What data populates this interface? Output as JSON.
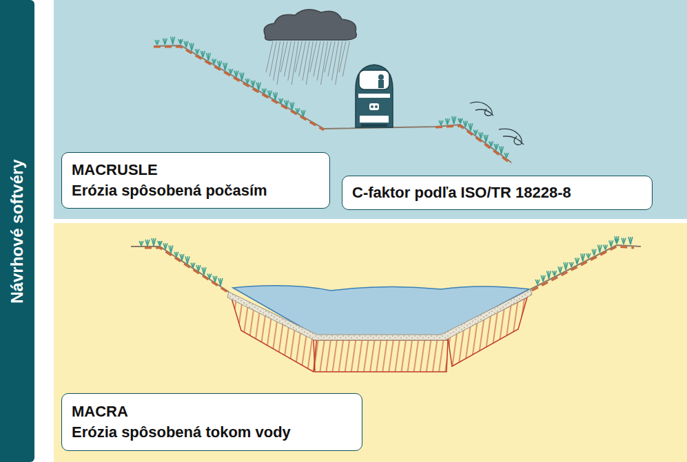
{
  "diagram": {
    "nodes": [
      {
        "text": [
          "Návrhové softvéry"
        ]
      },
      {
        "text": [
          "MACRUSLE",
          "Erózia spôsobená počasím"
        ]
      },
      {
        "text": [
          "C-faktor podľa ISO/TR 18228-8"
        ]
      },
      {
        "text": [
          "MACRA",
          "Erózia spôsobená tokom vody"
        ]
      }
    ]
  }
}
